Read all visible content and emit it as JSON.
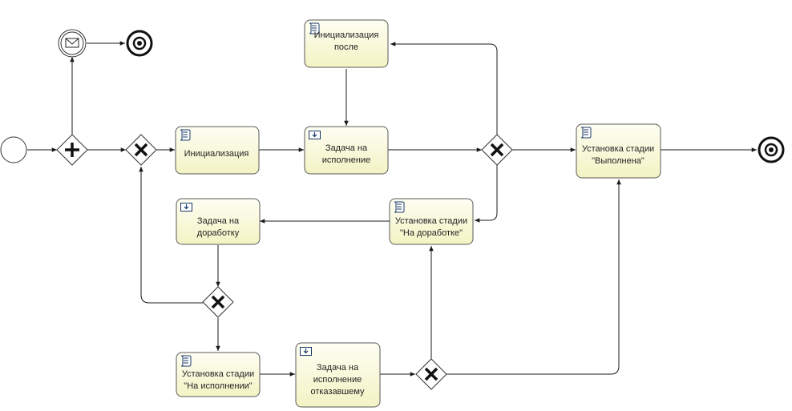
{
  "tasks": {
    "init_after": {
      "label_line1": "Инициализация",
      "label_line2": "после",
      "type": "script"
    },
    "init": {
      "label_line1": "Инициализация",
      "label_line2": "",
      "type": "script"
    },
    "task_execute": {
      "label_line1": "Задача на",
      "label_line2": "исполнение",
      "type": "user"
    },
    "stage_done": {
      "label_line1": "Установка стадии",
      "label_line2": "\"Выполнена\"",
      "type": "script"
    },
    "task_rework": {
      "label_line1": "Задача на",
      "label_line2": "доработку",
      "type": "user"
    },
    "stage_rework": {
      "label_line1": "Установка стадии",
      "label_line2": "\"На доработке\"",
      "type": "script"
    },
    "stage_in_progress": {
      "label_line1": "Установка стадии",
      "label_line2": "\"На исполнении\"",
      "type": "script"
    },
    "task_refused": {
      "label_line1": "Задача на",
      "label_line2": "исполнение",
      "label_line3": "отказавшему",
      "type": "user"
    }
  },
  "icons": {
    "script": "script-icon",
    "user": "user-task-icon",
    "message": "envelope-icon",
    "parallel": "plus-icon",
    "exclusive": "x-icon"
  },
  "colors": {
    "task_fill_top": "#fefef2",
    "task_fill_bottom": "#f5f5c8",
    "stroke": "#1a1a1a"
  }
}
